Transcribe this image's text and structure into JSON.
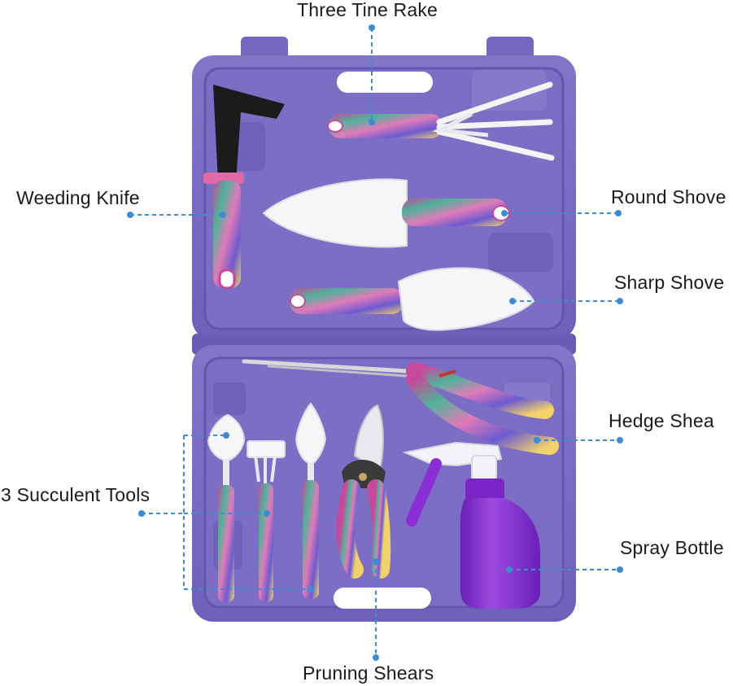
{
  "labels": {
    "three_tine_rake": "Three Tine Rake",
    "weeding_knife": "Weeding Knife",
    "round_shovel": "Round Shove",
    "sharp_shovel": "Sharp Shove",
    "hedge_shears": "Hedge Shea",
    "succulent_tools": "3 Succulent Tools",
    "spray_bottle": "Spray Bottle",
    "pruning_shears": "Pruning Shears"
  },
  "colors": {
    "case": "#7a6bc4",
    "case_dark": "#5f50a8",
    "case_light": "#9387d4",
    "leader_line": "#3d8bd0",
    "metal": "#f4f4f6",
    "bottle": "#8a2fd6",
    "knife_blade": "#1b1b1b"
  }
}
